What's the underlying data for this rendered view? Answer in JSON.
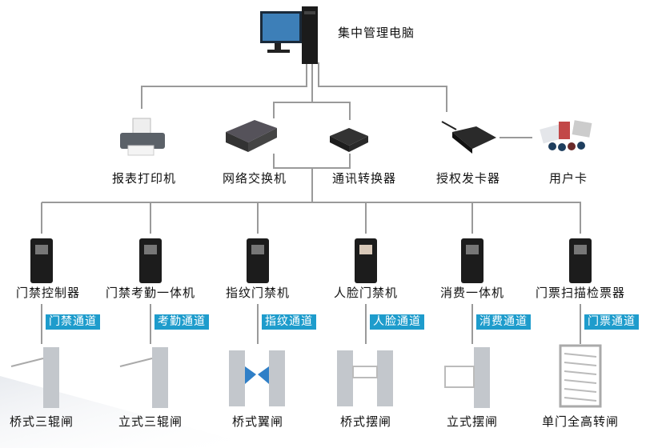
{
  "colors": {
    "line": "#9a9a9a",
    "tag_bg": "#1e9ccc",
    "tag_text": "#ffffff",
    "text": "#111111"
  },
  "center": {
    "label": "集中管理电脑",
    "icon": "desktop-computer-icon"
  },
  "peripherals": [
    {
      "label": "报表打印机",
      "icon": "printer-icon"
    },
    {
      "label": "网络交换机",
      "icon": "network-switch-icon"
    },
    {
      "label": "通讯转换器",
      "icon": "converter-icon"
    },
    {
      "label": "授权发卡器",
      "icon": "card-issuer-icon"
    },
    {
      "label": "用户卡",
      "icon": "user-cards-icon"
    }
  ],
  "channels": [
    {
      "device": "门禁控制器",
      "channel": "门禁通道",
      "gate": "桥式三辊闸",
      "device_icon": "access-controller-icon",
      "gate_icon": "bridge-tripod-turnstile-icon"
    },
    {
      "device": "门禁考勤一体机",
      "channel": "考勤通道",
      "gate": "立式三辊闸",
      "device_icon": "attendance-terminal-icon",
      "gate_icon": "vertical-tripod-turnstile-icon"
    },
    {
      "device": "指纹门禁机",
      "channel": "指纹通道",
      "gate": "桥式翼闸",
      "device_icon": "fingerprint-reader-icon",
      "gate_icon": "flap-barrier-icon"
    },
    {
      "device": "人脸门禁机",
      "channel": "人脸通道",
      "gate": "桥式摆闸",
      "device_icon": "face-recognition-terminal-icon",
      "gate_icon": "bridge-swing-gate-icon"
    },
    {
      "device": "消费一体机",
      "channel": "消费通道",
      "gate": "立式摆闸",
      "device_icon": "pos-terminal-icon",
      "gate_icon": "vertical-swing-gate-icon"
    },
    {
      "device": "门票扫描检票器",
      "channel": "门票通道",
      "gate": "单门全高转闸",
      "device_icon": "ticket-scanner-icon",
      "gate_icon": "full-height-turnstile-icon"
    }
  ]
}
